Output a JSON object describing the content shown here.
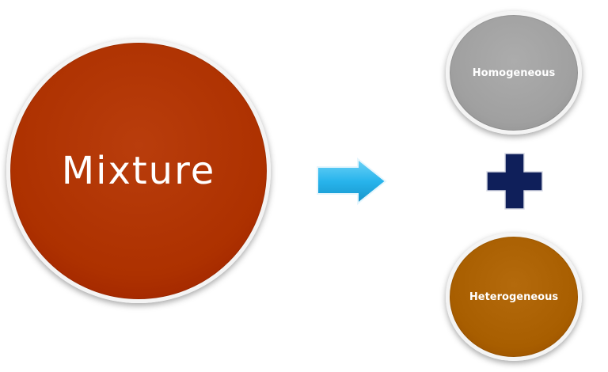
{
  "diagram": {
    "source": {
      "label": "Mixture",
      "color": "#ad3100"
    },
    "operator_arrow_color": "#28b4ec",
    "operator_plus_color": "#0f1f5a",
    "targets": [
      {
        "label": "Homogeneous",
        "color": "#a0a0a0"
      },
      {
        "label": "Heterogeneous",
        "color": "#a85e00"
      }
    ]
  }
}
